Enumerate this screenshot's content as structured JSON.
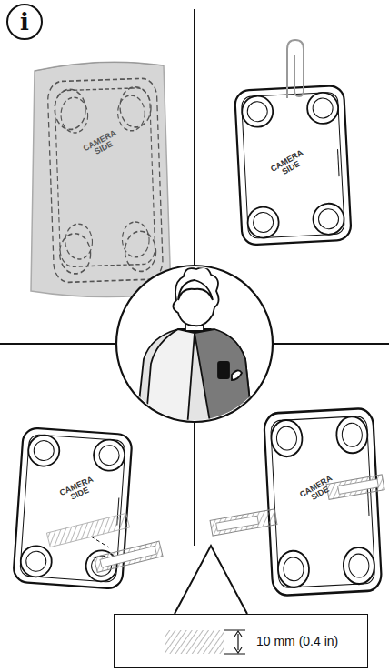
{
  "diagram": {
    "nodes": [
      {
        "text": [
          "i"
        ]
      },
      {
        "text": [
          "10 mm (0.4 in)"
        ]
      }
    ],
    "labels": [
      "CAMERA SIDE",
      "CAMERA SIDE",
      "CAMERA SIDE",
      "CAMERA SIDE"
    ]
  }
}
